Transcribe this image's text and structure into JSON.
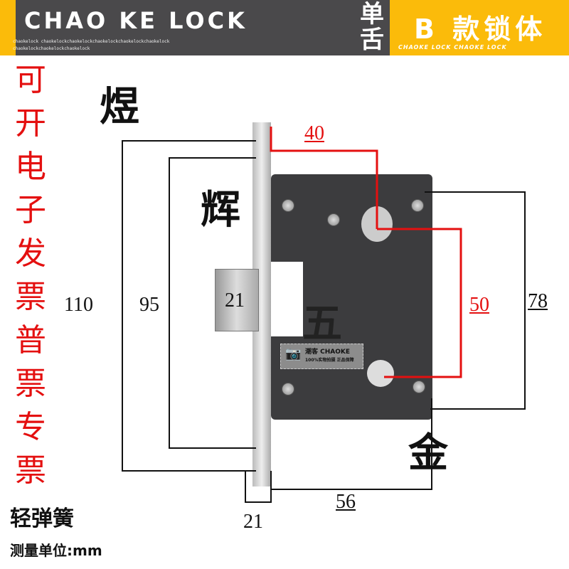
{
  "header": {
    "brand": "CHAO KE LOCK",
    "subtext1": "chaokelock chaokelockchaokelockchaokelockchaokelockchaokelock",
    "subtext2": "chaokelockchaokelockchaokelock",
    "single_tongue": "单舌",
    "model": "B 款锁体",
    "model_sub": "CHAOKE LOCK CHAOKE LOCK",
    "accent": "#fbbb0a",
    "dark": "#4a494b"
  },
  "side_note": "可开电子发票普票专票",
  "watermark_chars": [
    "煜",
    "辉",
    "五",
    "金"
  ],
  "dimensions": {
    "total_height": "110",
    "inner_height": "95",
    "bolt": "21",
    "backset": "40",
    "hole_spacing": "50",
    "body_height": "78",
    "body_width": "56",
    "plate_thickness": "21"
  },
  "product_label": {
    "line1": "潮客 CHAOKE",
    "line2": "100%实物拍摄  正品保障"
  },
  "footer": {
    "spring": "轻弹簧",
    "unit": "测量单位:mm"
  }
}
